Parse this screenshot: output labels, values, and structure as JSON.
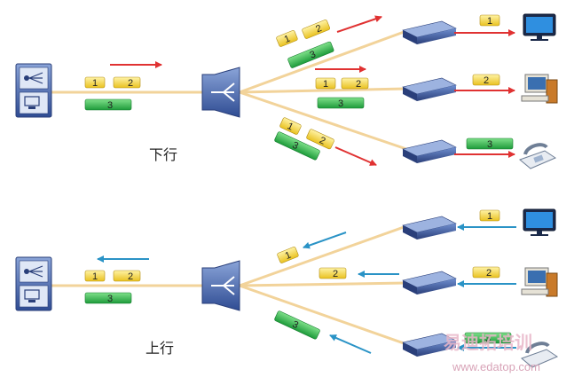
{
  "colors": {
    "fiber": "#f2d39a",
    "down_arrow": "#e03232",
    "up_arrow": "#2a93c6",
    "packet_yellow": "#f4d23c",
    "packet_green": "#2db44a",
    "device": "#3f5ea8"
  },
  "icons": {
    "olt": "olt-icon",
    "splitter": "splitter-icon",
    "onu": "onu-icon",
    "tv": "tv-icon",
    "pc": "pc-icon",
    "phone": "phone-icon"
  },
  "downstream": {
    "label": "下行",
    "trunk_packets": [
      "1",
      "2",
      "3"
    ],
    "branches": [
      {
        "packets": [
          "1",
          "2",
          "3"
        ],
        "delivered": "1"
      },
      {
        "packets": [
          "1",
          "2",
          "3"
        ],
        "delivered": "2"
      },
      {
        "packets": [
          "1",
          "2",
          "3"
        ],
        "delivered": "3"
      }
    ]
  },
  "upstream": {
    "label": "上行",
    "trunk_packets": [
      "1",
      "2",
      "3"
    ],
    "branches": [
      {
        "packet": "1",
        "source": "1"
      },
      {
        "packet": "2",
        "source": "2"
      },
      {
        "packet": "3",
        "source": "3"
      }
    ]
  },
  "watermark": {
    "cn": "易迪拓培训",
    "url": "www.edatop.com"
  }
}
